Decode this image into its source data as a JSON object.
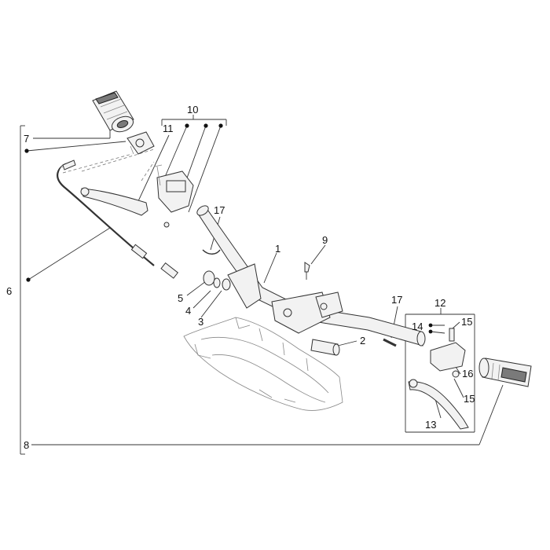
{
  "labels": {
    "l1": "1",
    "l2": "2",
    "l3": "3",
    "l4": "4",
    "l5": "5",
    "l6": "6",
    "l7": "7",
    "l8": "8",
    "l9": "9",
    "l10": "10",
    "l11": "11",
    "l12": "12",
    "l13": "13",
    "l14": "14",
    "l15a": "15",
    "l15b": "15",
    "l16": "16",
    "l17a": "17",
    "l17b": "17"
  }
}
